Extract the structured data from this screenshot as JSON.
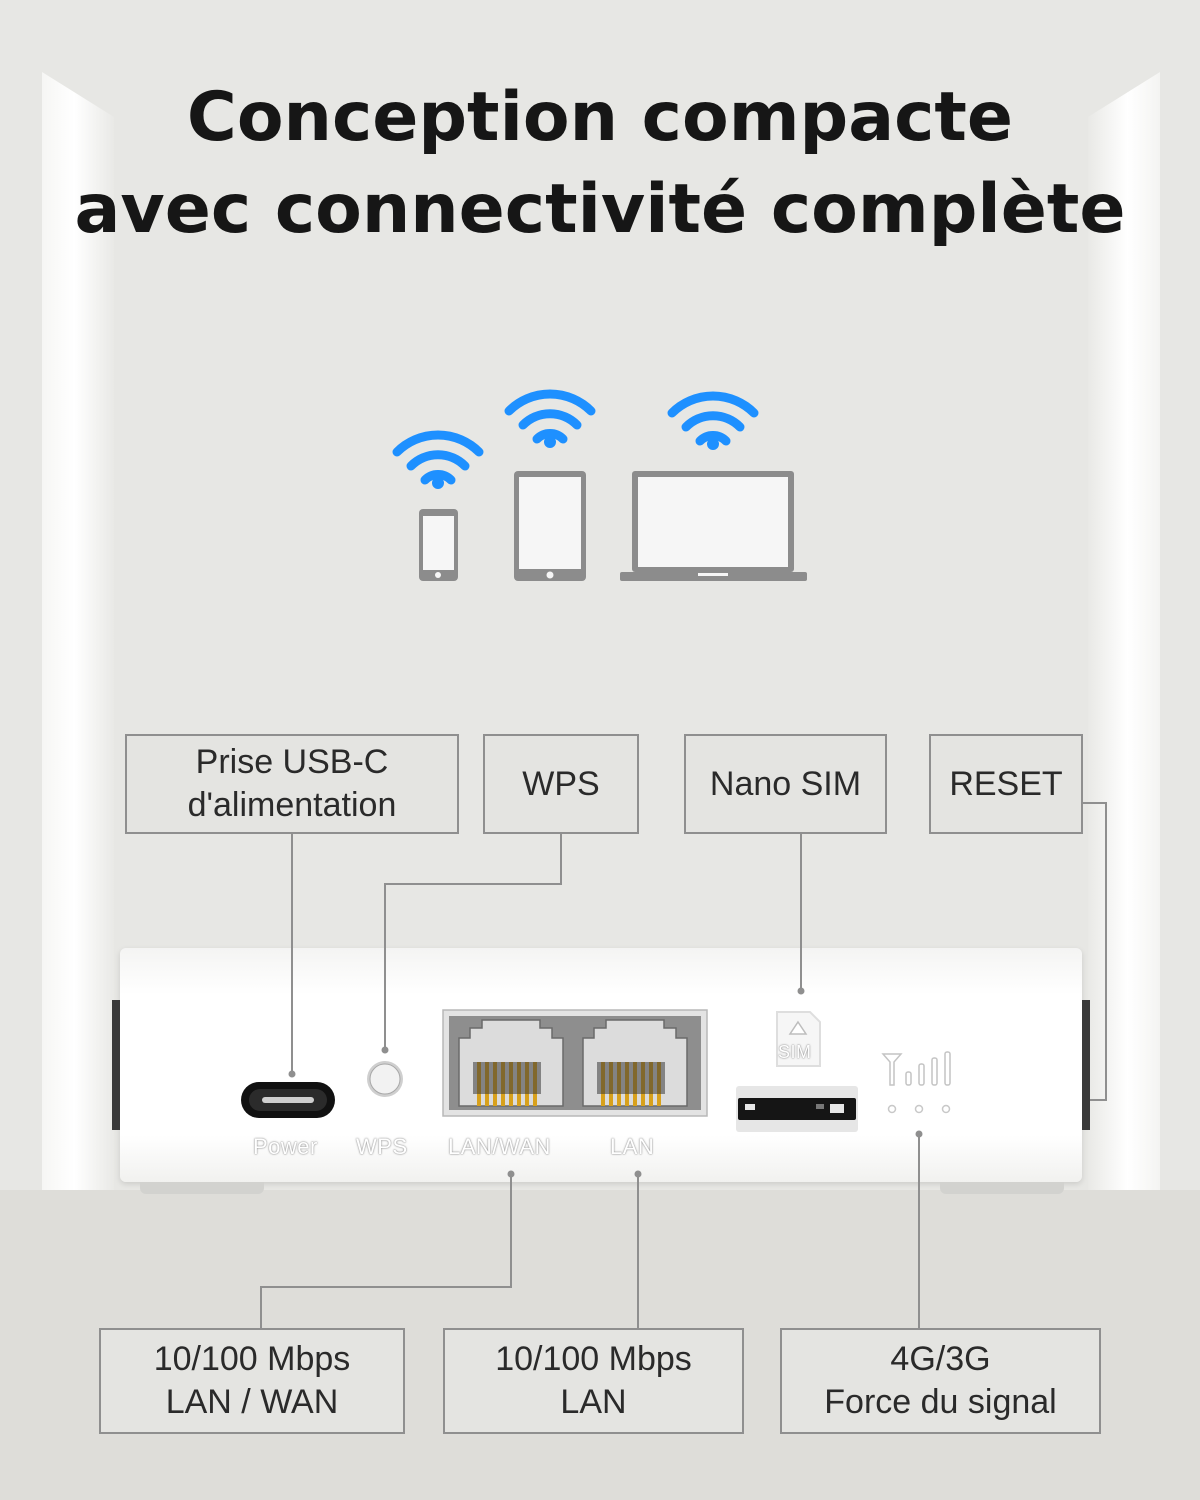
{
  "headline": {
    "line1": "Conception compacte",
    "line2": "avec connectivité complète"
  },
  "devices": [
    "smartphone-icon",
    "tablet-icon",
    "laptop-icon"
  ],
  "wifi_color": "#1e90ff",
  "callouts_top": {
    "power": {
      "line1": "Prise USB-C",
      "line2": "d'alimentation"
    },
    "wps": {
      "line1": "WPS"
    },
    "sim": {
      "line1": "Nano SIM"
    },
    "reset": {
      "line1": "RESET"
    }
  },
  "callouts_bottom": {
    "lanwan": {
      "line1": "10/100 Mbps",
      "line2": "LAN / WAN"
    },
    "lan": {
      "line1": "10/100 Mbps",
      "line2": "LAN"
    },
    "signal": {
      "line1": "4G/3G",
      "line2": "Force du signal"
    }
  },
  "port_labels": {
    "power": "Power",
    "wps": "WPS",
    "lanwan": "LAN/WAN",
    "lan": "LAN",
    "sim": "SIM"
  }
}
